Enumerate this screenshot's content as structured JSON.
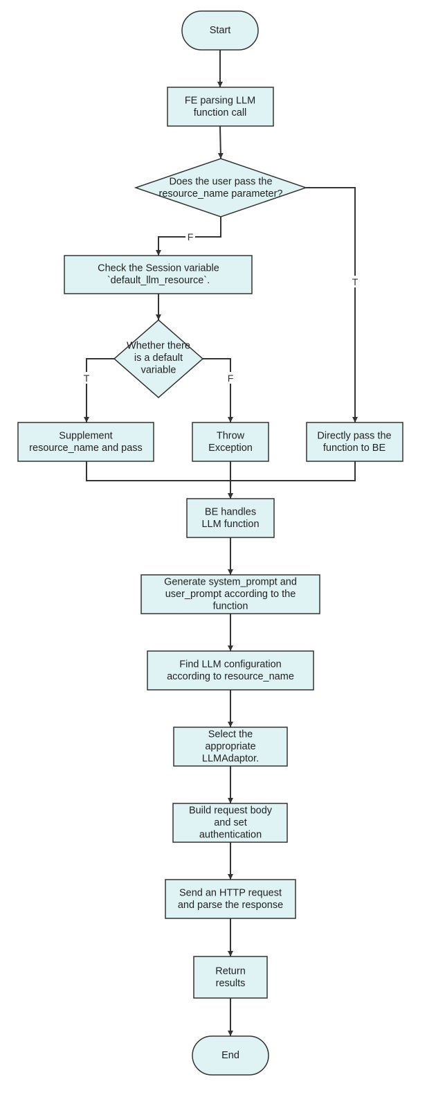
{
  "nodes": {
    "start": [
      "Start"
    ],
    "fe_parse": [
      "FE parsing LLM",
      "function call"
    ],
    "decision_resource": [
      "Does the user pass the",
      "resource_name parameter?"
    ],
    "check_session": [
      "Check the Session variable",
      "`default_llm_resource`."
    ],
    "decision_default": [
      "Whether there",
      "is a default",
      "variable"
    ],
    "supplement": [
      "Supplement",
      "resource_name and pass"
    ],
    "throw": [
      "Throw",
      "Exception"
    ],
    "direct_pass": [
      "Directly pass the",
      "function to BE"
    ],
    "be_handles": [
      "BE handles",
      "LLM function"
    ],
    "gen_prompt": [
      "Generate system_prompt and",
      "user_prompt according to the",
      "function"
    ],
    "find_config": [
      "Find LLM configuration",
      "according to resource_name"
    ],
    "select_adaptor": [
      "Select the",
      "appropriate",
      "LLMAdaptor."
    ],
    "build_request": [
      "Build request body",
      "and set",
      "authentication"
    ],
    "send_http": [
      "Send an HTTP request",
      "and parse the response"
    ],
    "return_results": [
      "Return",
      "results"
    ],
    "end": [
      "End"
    ]
  },
  "edge_labels": {
    "resource_false": "F",
    "resource_true": "T",
    "default_true": "T",
    "default_false": "F"
  },
  "colors": {
    "node_fill": "#dff2f4",
    "stroke": "#333333",
    "text": "#222222"
  }
}
